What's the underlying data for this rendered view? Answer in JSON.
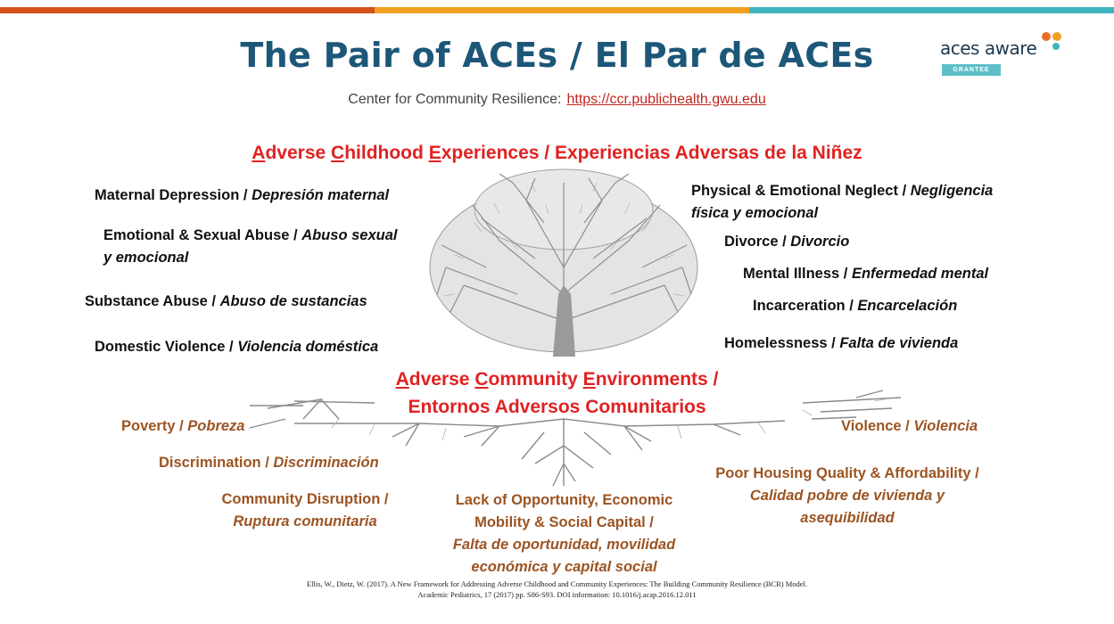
{
  "slide": {
    "title": "The Pair of ACEs / El Par de ACEs",
    "subtitle_prefix": "Center for Community Resilience:",
    "subtitle_link": "https://ccr.publichealth.gwu.edu",
    "logo": {
      "text": "aces aware",
      "badge": "GRANTEE"
    },
    "colors": {
      "title": "#1d5777",
      "heading": "#e02222",
      "community": "#9c5422",
      "bar": [
        "#d6501c",
        "#f0a020",
        "#3fb4bf"
      ]
    }
  },
  "childhood": {
    "heading_en_1": "A",
    "heading_en_2": "dverse ",
    "heading_en_3": "C",
    "heading_en_4": "hildhood ",
    "heading_en_5": "E",
    "heading_en_6": "xperiences",
    "heading_es": " / Experiencias Adversas de la Niñez",
    "left": [
      {
        "en": "Maternal Depression / ",
        "es": "Depresión maternal"
      },
      {
        "en": "Emotional & Sexual Abuse / ",
        "es": "Abuso sexual",
        "es2": "y emocional"
      },
      {
        "en": "Substance Abuse / ",
        "es": "Abuso de sustancias"
      },
      {
        "en": "Domestic Violence / ",
        "es": "Violencia doméstica"
      }
    ],
    "right": [
      {
        "en": "Physical & Emotional Neglect / ",
        "es": "Negligencia",
        "es2": "física y emocional"
      },
      {
        "en": "Divorce / ",
        "es": "Divorcio"
      },
      {
        "en": "Mental Illness / ",
        "es": "Enfermedad mental"
      },
      {
        "en": "Incarceration / ",
        "es": "Encarcelación"
      },
      {
        "en": "Homelessness / ",
        "es": "Falta de vivienda"
      }
    ]
  },
  "community": {
    "heading_1": "A",
    "heading_2": "dverse ",
    "heading_3": "C",
    "heading_4": "ommunity ",
    "heading_5": "E",
    "heading_6": "nvironments /",
    "heading_es": "Entornos Adversos Comunitarios",
    "items": [
      {
        "en": "Poverty / ",
        "es": "Pobreza"
      },
      {
        "en": "Discrimination / ",
        "es": "Discriminación"
      },
      {
        "en": "Community Disruption /",
        "es": "Ruptura comunitaria"
      },
      {
        "en1": "Lack of Opportunity, Economic",
        "en2": "Mobility & Social Capital /",
        "es1": "Falta de oportunidad, movilidad",
        "es2": "económica y capital social"
      },
      {
        "en": "Poor Housing Quality & Affordability /",
        "es1": "Calidad pobre de vivienda y",
        "es2": "asequibilidad"
      },
      {
        "en": "Violence / ",
        "es": "Violencia"
      }
    ]
  },
  "citation": {
    "line1": "Ellis, W., Dietz, W. (2017). A New Framework for Addressing Adverse Childhood and Community Experiences: The Building Community Resilience (BCR) Model.",
    "line2": "Academic Pediatrics, 17 (2017) pp. S86-S93. DOI information: 10.1016/j.acap.2016.12.011"
  }
}
